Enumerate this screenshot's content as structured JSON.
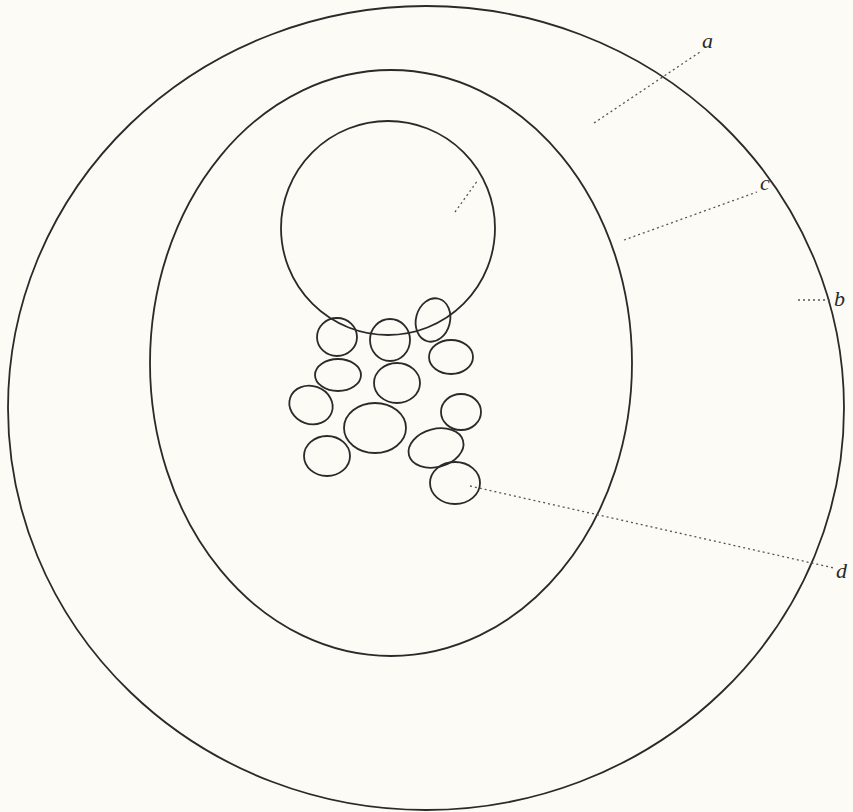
{
  "diagram": {
    "labels": [
      "a",
      "c",
      "b",
      "d"
    ]
  }
}
